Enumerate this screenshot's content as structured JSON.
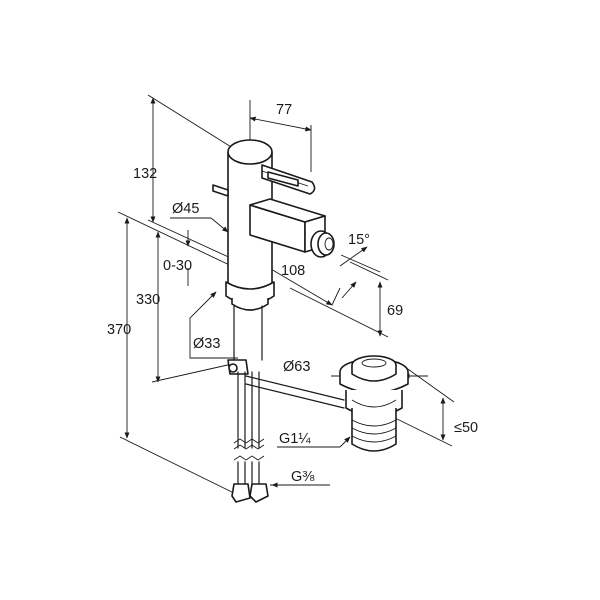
{
  "dimensions": {
    "overall_height": "370",
    "spout_height": "330",
    "top_height": "132",
    "lever_reach": "77",
    "body_diameter": "Ø45",
    "adjust_range": "0-30",
    "projection": "108",
    "swivel_angle": "15°",
    "outlet_drop": "69",
    "base_diameter": "Ø33",
    "waste_diameter": "Ø63",
    "waste_height": "≤50",
    "waste_thread": "G1¼",
    "supply_thread": "G⅜"
  }
}
